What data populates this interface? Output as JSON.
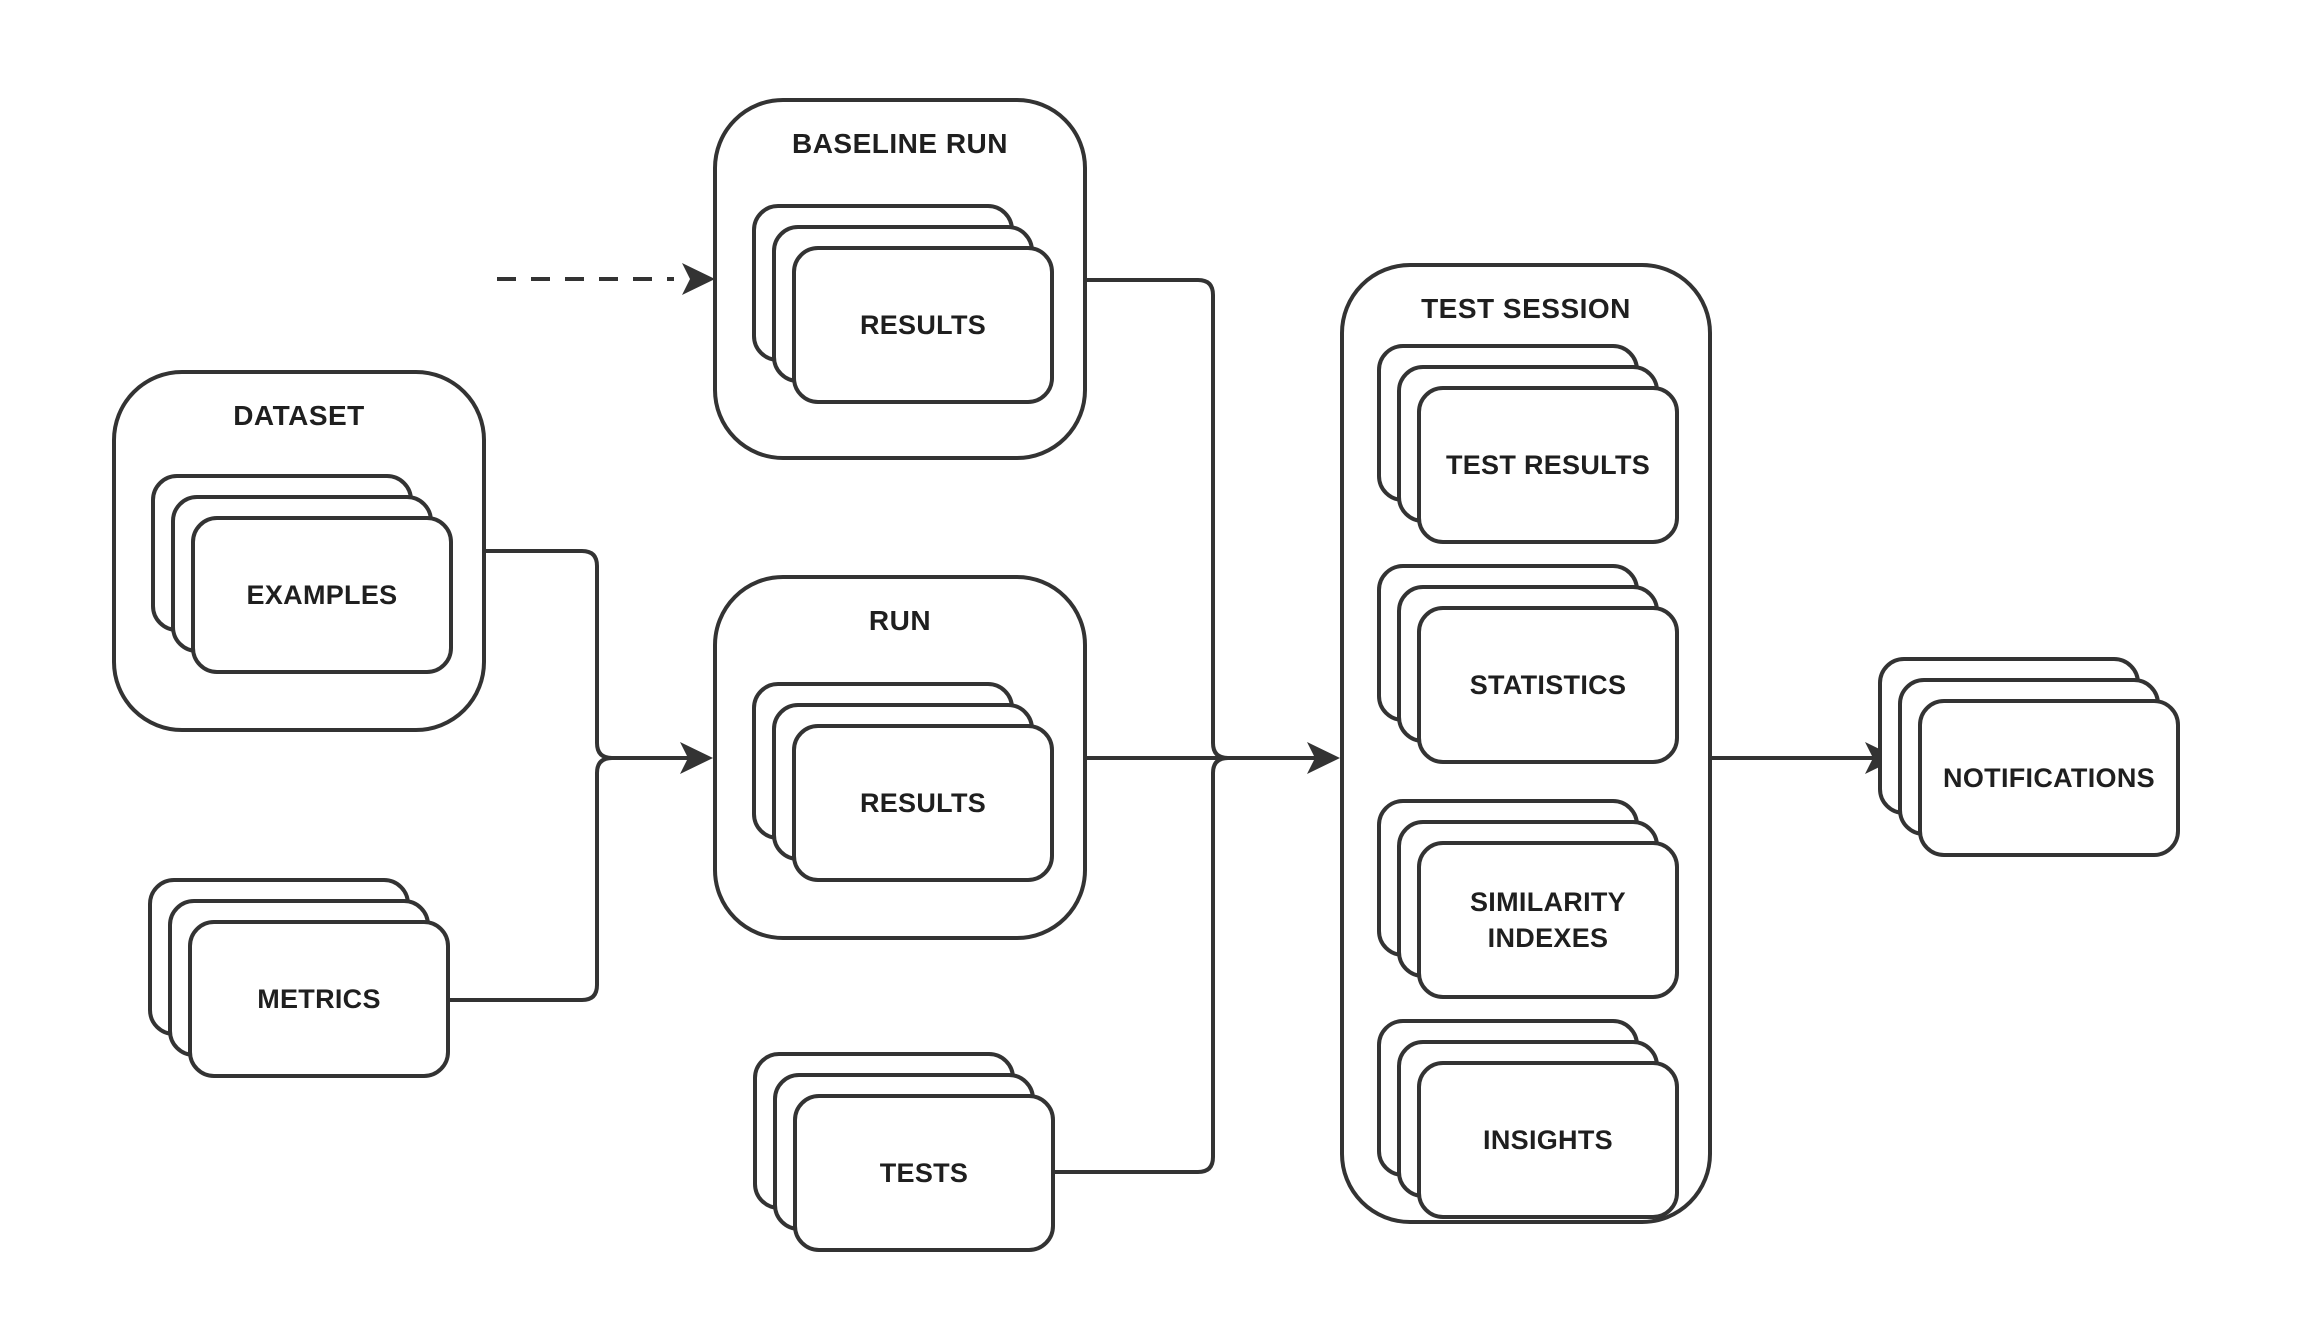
{
  "diagram": {
    "background": "#ffffff",
    "stroke_color": "#333333",
    "text_color": "#1f1f1f",
    "dataset": {
      "title": "DATASET",
      "card_label": "EXAMPLES"
    },
    "metrics": {
      "card_label": "METRICS"
    },
    "baseline_run": {
      "title": "BASELINE RUN",
      "card_label": "RESULTS"
    },
    "run": {
      "title": "RUN",
      "card_label": "RESULTS"
    },
    "tests": {
      "card_label": "TESTS"
    },
    "test_session": {
      "title": "TEST SESSION",
      "cards": [
        {
          "label": "TEST RESULTS"
        },
        {
          "label": "STATISTICS"
        },
        {
          "label": "SIMILARITY INDEXES"
        },
        {
          "label": "INSIGHTS"
        }
      ]
    },
    "notifications": {
      "card_label": "NOTIFICATIONS"
    }
  }
}
